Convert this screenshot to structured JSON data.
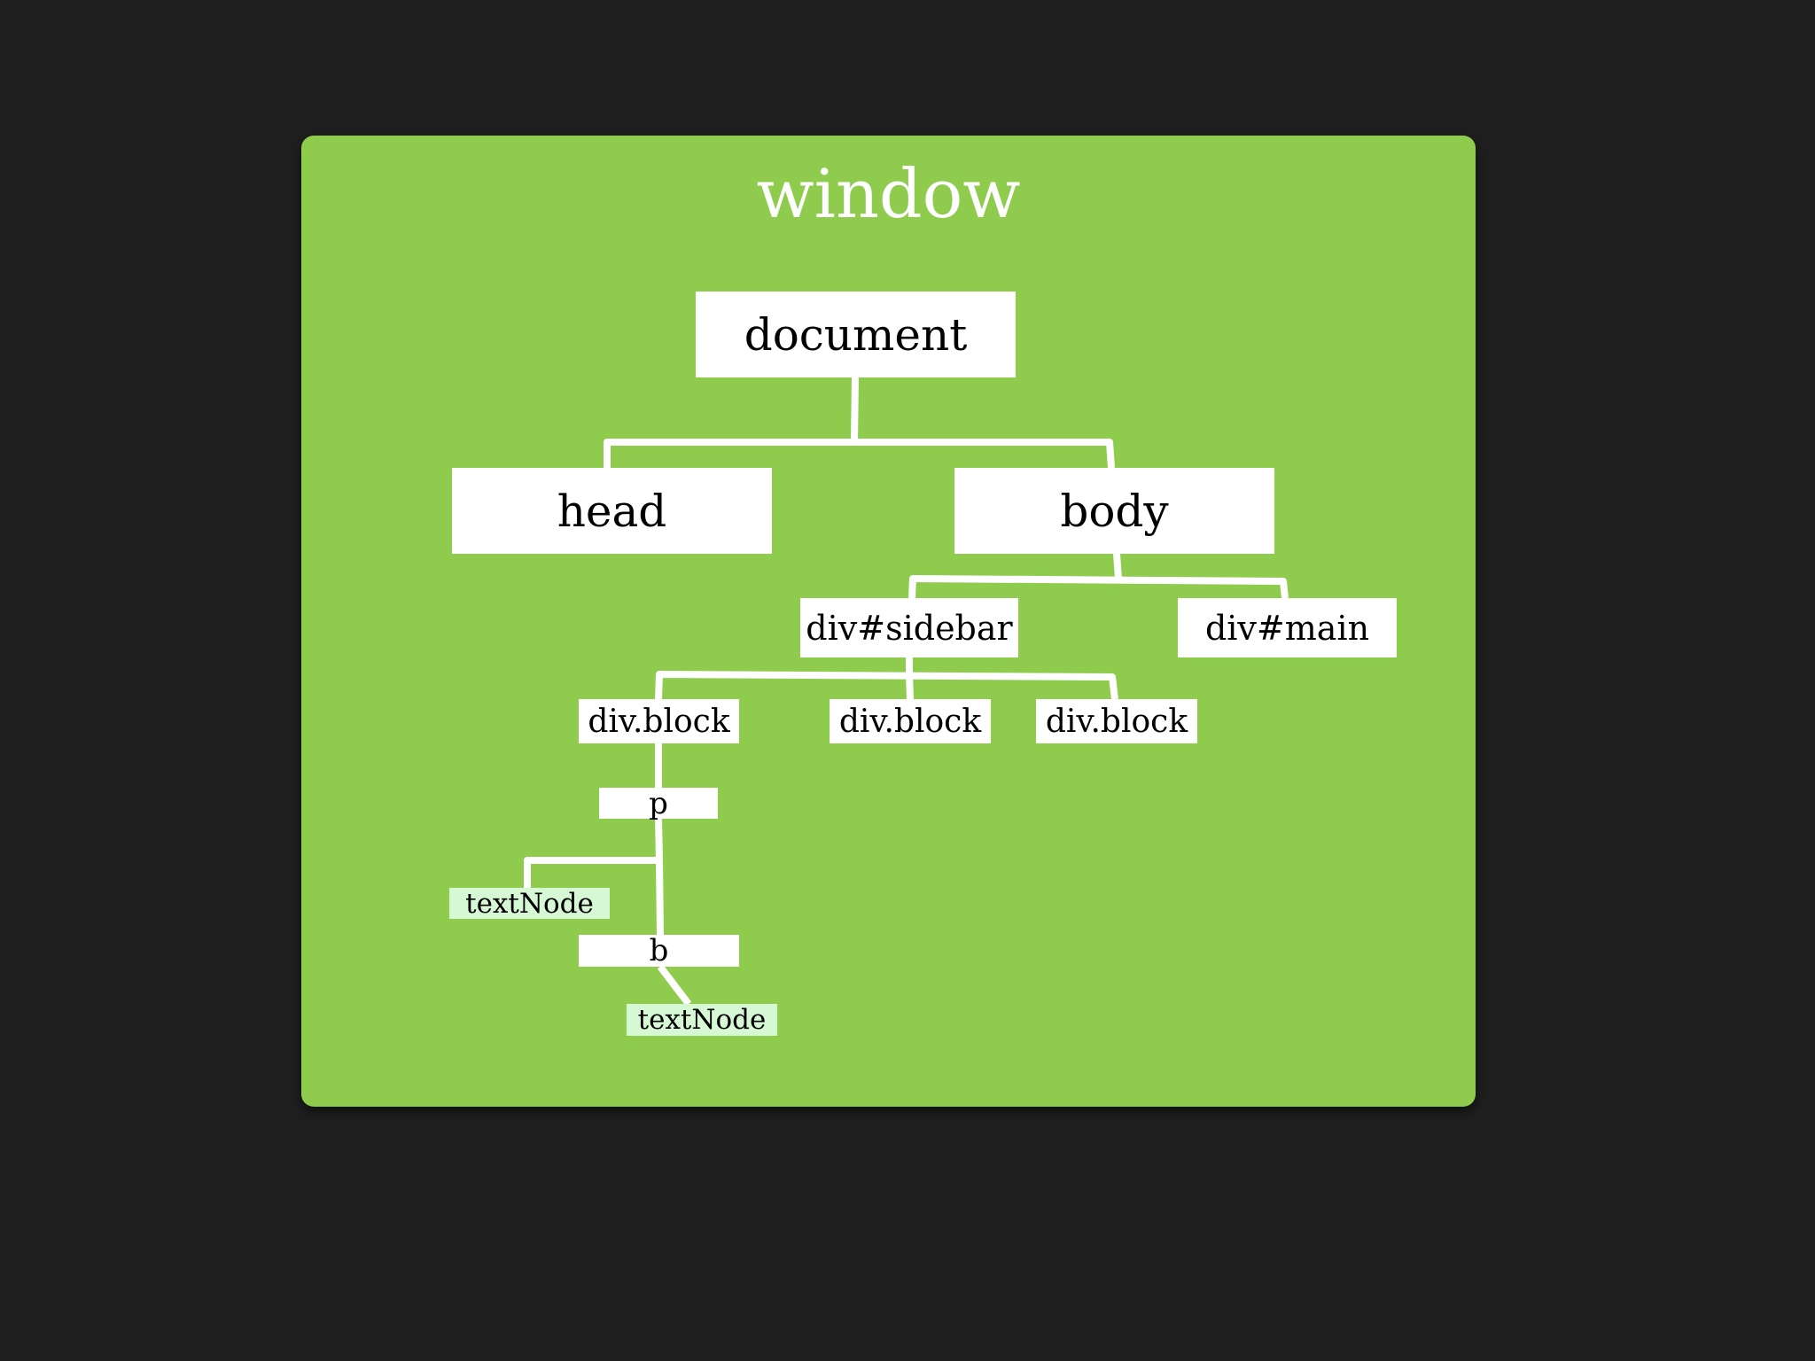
{
  "diagram": {
    "title": "window",
    "nodes": {
      "document": "document",
      "head": "head",
      "body": "body",
      "sidebar": "div#sidebar",
      "main": "div#main",
      "block_1": "div.block",
      "block_2": "div.block",
      "block_3": "div.block",
      "p": "p",
      "text_node_1": "textNode",
      "b": "b",
      "text_node_2": "textNode"
    },
    "edges": [
      [
        "document",
        "head"
      ],
      [
        "document",
        "body"
      ],
      [
        "body",
        "sidebar"
      ],
      [
        "body",
        "main"
      ],
      [
        "sidebar",
        "block_1"
      ],
      [
        "sidebar",
        "block_2"
      ],
      [
        "sidebar",
        "block_3"
      ],
      [
        "block_1",
        "p"
      ],
      [
        "p",
        "text_node_1"
      ],
      [
        "p",
        "b"
      ],
      [
        "b",
        "text_node_2"
      ]
    ]
  },
  "colors": {
    "background": "#1f1f1f",
    "panel": "#8fcc4e",
    "node": "#ffffff",
    "text_node": "#d6f8d4",
    "connector": "#ffffff"
  }
}
